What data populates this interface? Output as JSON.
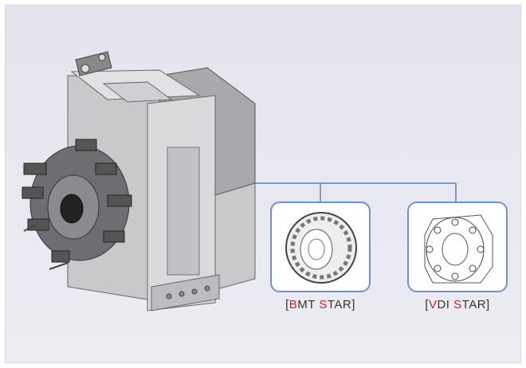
{
  "options": [
    {
      "parts": [
        "[",
        "B",
        "MT ",
        "S",
        "TAR]"
      ]
    },
    {
      "parts": [
        "[",
        "V",
        "DI ",
        "S",
        "TAR]"
      ]
    }
  ],
  "colors": {
    "connector": "#5b7fc4",
    "highlight": "#c0272d"
  }
}
